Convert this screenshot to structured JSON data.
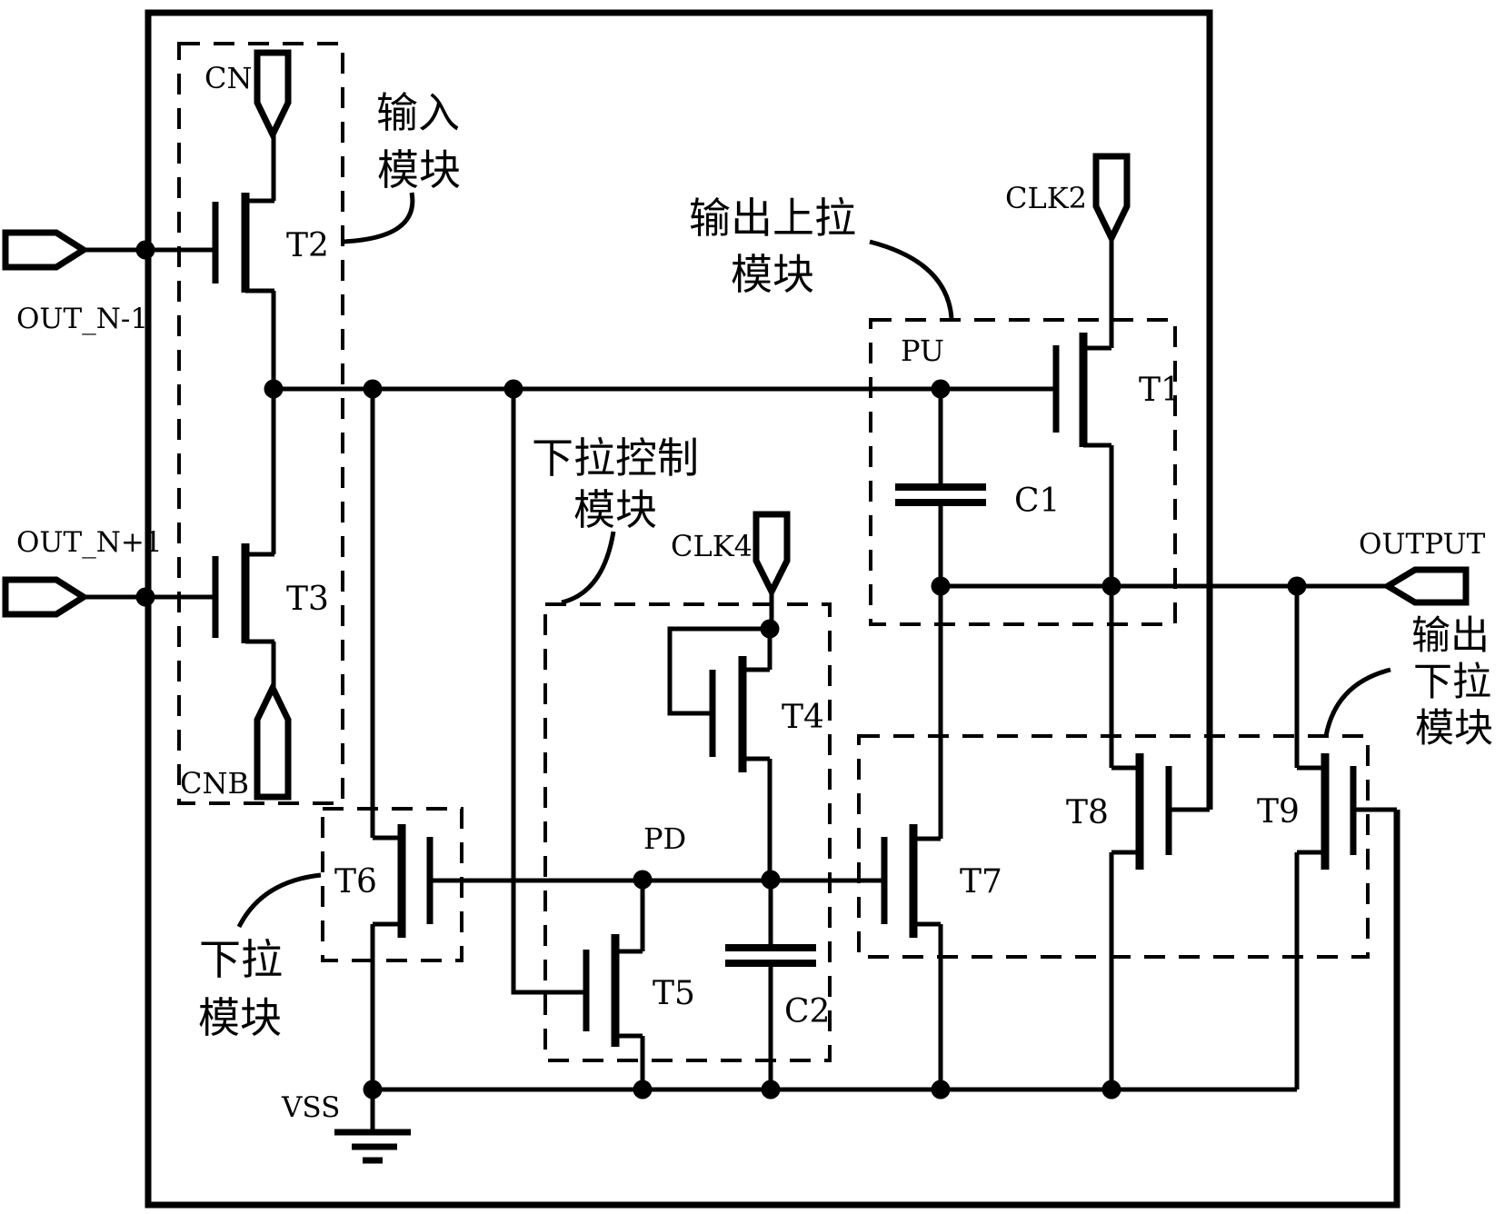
{
  "colors": {
    "ink": "#000000",
    "paper": "#ffffff"
  },
  "terminals": {
    "cn": "CN",
    "cnb": "CNB",
    "clk2": "CLK2",
    "clk4": "CLK4",
    "out_prev": "OUT_N-1",
    "out_next": "OUT_N+1",
    "output": "OUTPUT",
    "vss": "VSS"
  },
  "nodes": {
    "pu": "PU",
    "pd": "PD"
  },
  "transistors": {
    "t1": "T1",
    "t2": "T2",
    "t3": "T3",
    "t4": "T4",
    "t5": "T5",
    "t6": "T6",
    "t7": "T7",
    "t8": "T8",
    "t9": "T9"
  },
  "capacitors": {
    "c1": "C1",
    "c2": "C2"
  },
  "modules": {
    "input": {
      "line1": "输入",
      "line2": "模块"
    },
    "output_pullup": {
      "line1": "输出上拉",
      "line2": "模块"
    },
    "pulldown_control": {
      "line1": "下拉控制",
      "line2": "模块"
    },
    "pulldown": {
      "line1": "下拉",
      "line2": "模块"
    },
    "output_pulldown": {
      "line1": "输出",
      "line2": "下拉",
      "line3": "模块"
    }
  }
}
